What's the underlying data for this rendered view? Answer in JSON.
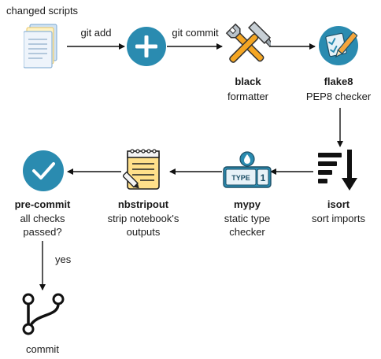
{
  "diagram": {
    "start_label": "changed scripts",
    "edges": {
      "git_add": "git add",
      "git_commit": "git commit",
      "yes": "yes"
    },
    "nodes": {
      "black": {
        "title": "black",
        "subtitle": "formatter"
      },
      "flake8": {
        "title": "flake8",
        "subtitle": "PEP8 checker"
      },
      "isort": {
        "title": "isort",
        "subtitle": "sort imports"
      },
      "mypy": {
        "title": "mypy",
        "line1": "static type",
        "line2": "checker",
        "badge": "TYPE",
        "badge_num": "1"
      },
      "nbstripout": {
        "title": "nbstripout",
        "line1": "strip notebook's",
        "line2": "outputs"
      },
      "precommit": {
        "title": "pre-commit",
        "line1": "all checks",
        "line2": "passed?"
      },
      "commit": {
        "title": "commit"
      }
    },
    "colors": {
      "teal": "#2a8bb0",
      "teal_dark": "#1d6f8f",
      "arrow": "#111111",
      "orange": "#f4a53c",
      "wood": "#f5a623",
      "doc_blue": "#9fc6e8",
      "doc_yellow": "#ffe08a"
    },
    "icons": [
      "document-stack-icon",
      "plus-icon",
      "hammer-wrench-icon",
      "checklist-pen-icon",
      "sort-lines-arrow-icon",
      "type-badge-icon",
      "notepad-pencil-icon",
      "checkmark-circle-icon",
      "git-branch-icon"
    ]
  }
}
